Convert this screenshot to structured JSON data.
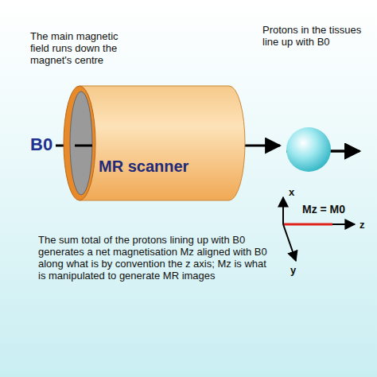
{
  "diagram": {
    "nodes": [
      {
        "text": [
          "MR scanner"
        ]
      }
    ],
    "labels": [
      "The main magnetic field runs down the magnet's centre",
      "B0",
      "Protons in the tissues line up with B0",
      "x",
      "Mz = M0",
      "z",
      "y",
      "The sum total of the protons lining up with B0 generates a net magnetisation Mz aligned with B0 along what is by convention the z axis; Mz is what is manipulated to generate MR images"
    ]
  }
}
